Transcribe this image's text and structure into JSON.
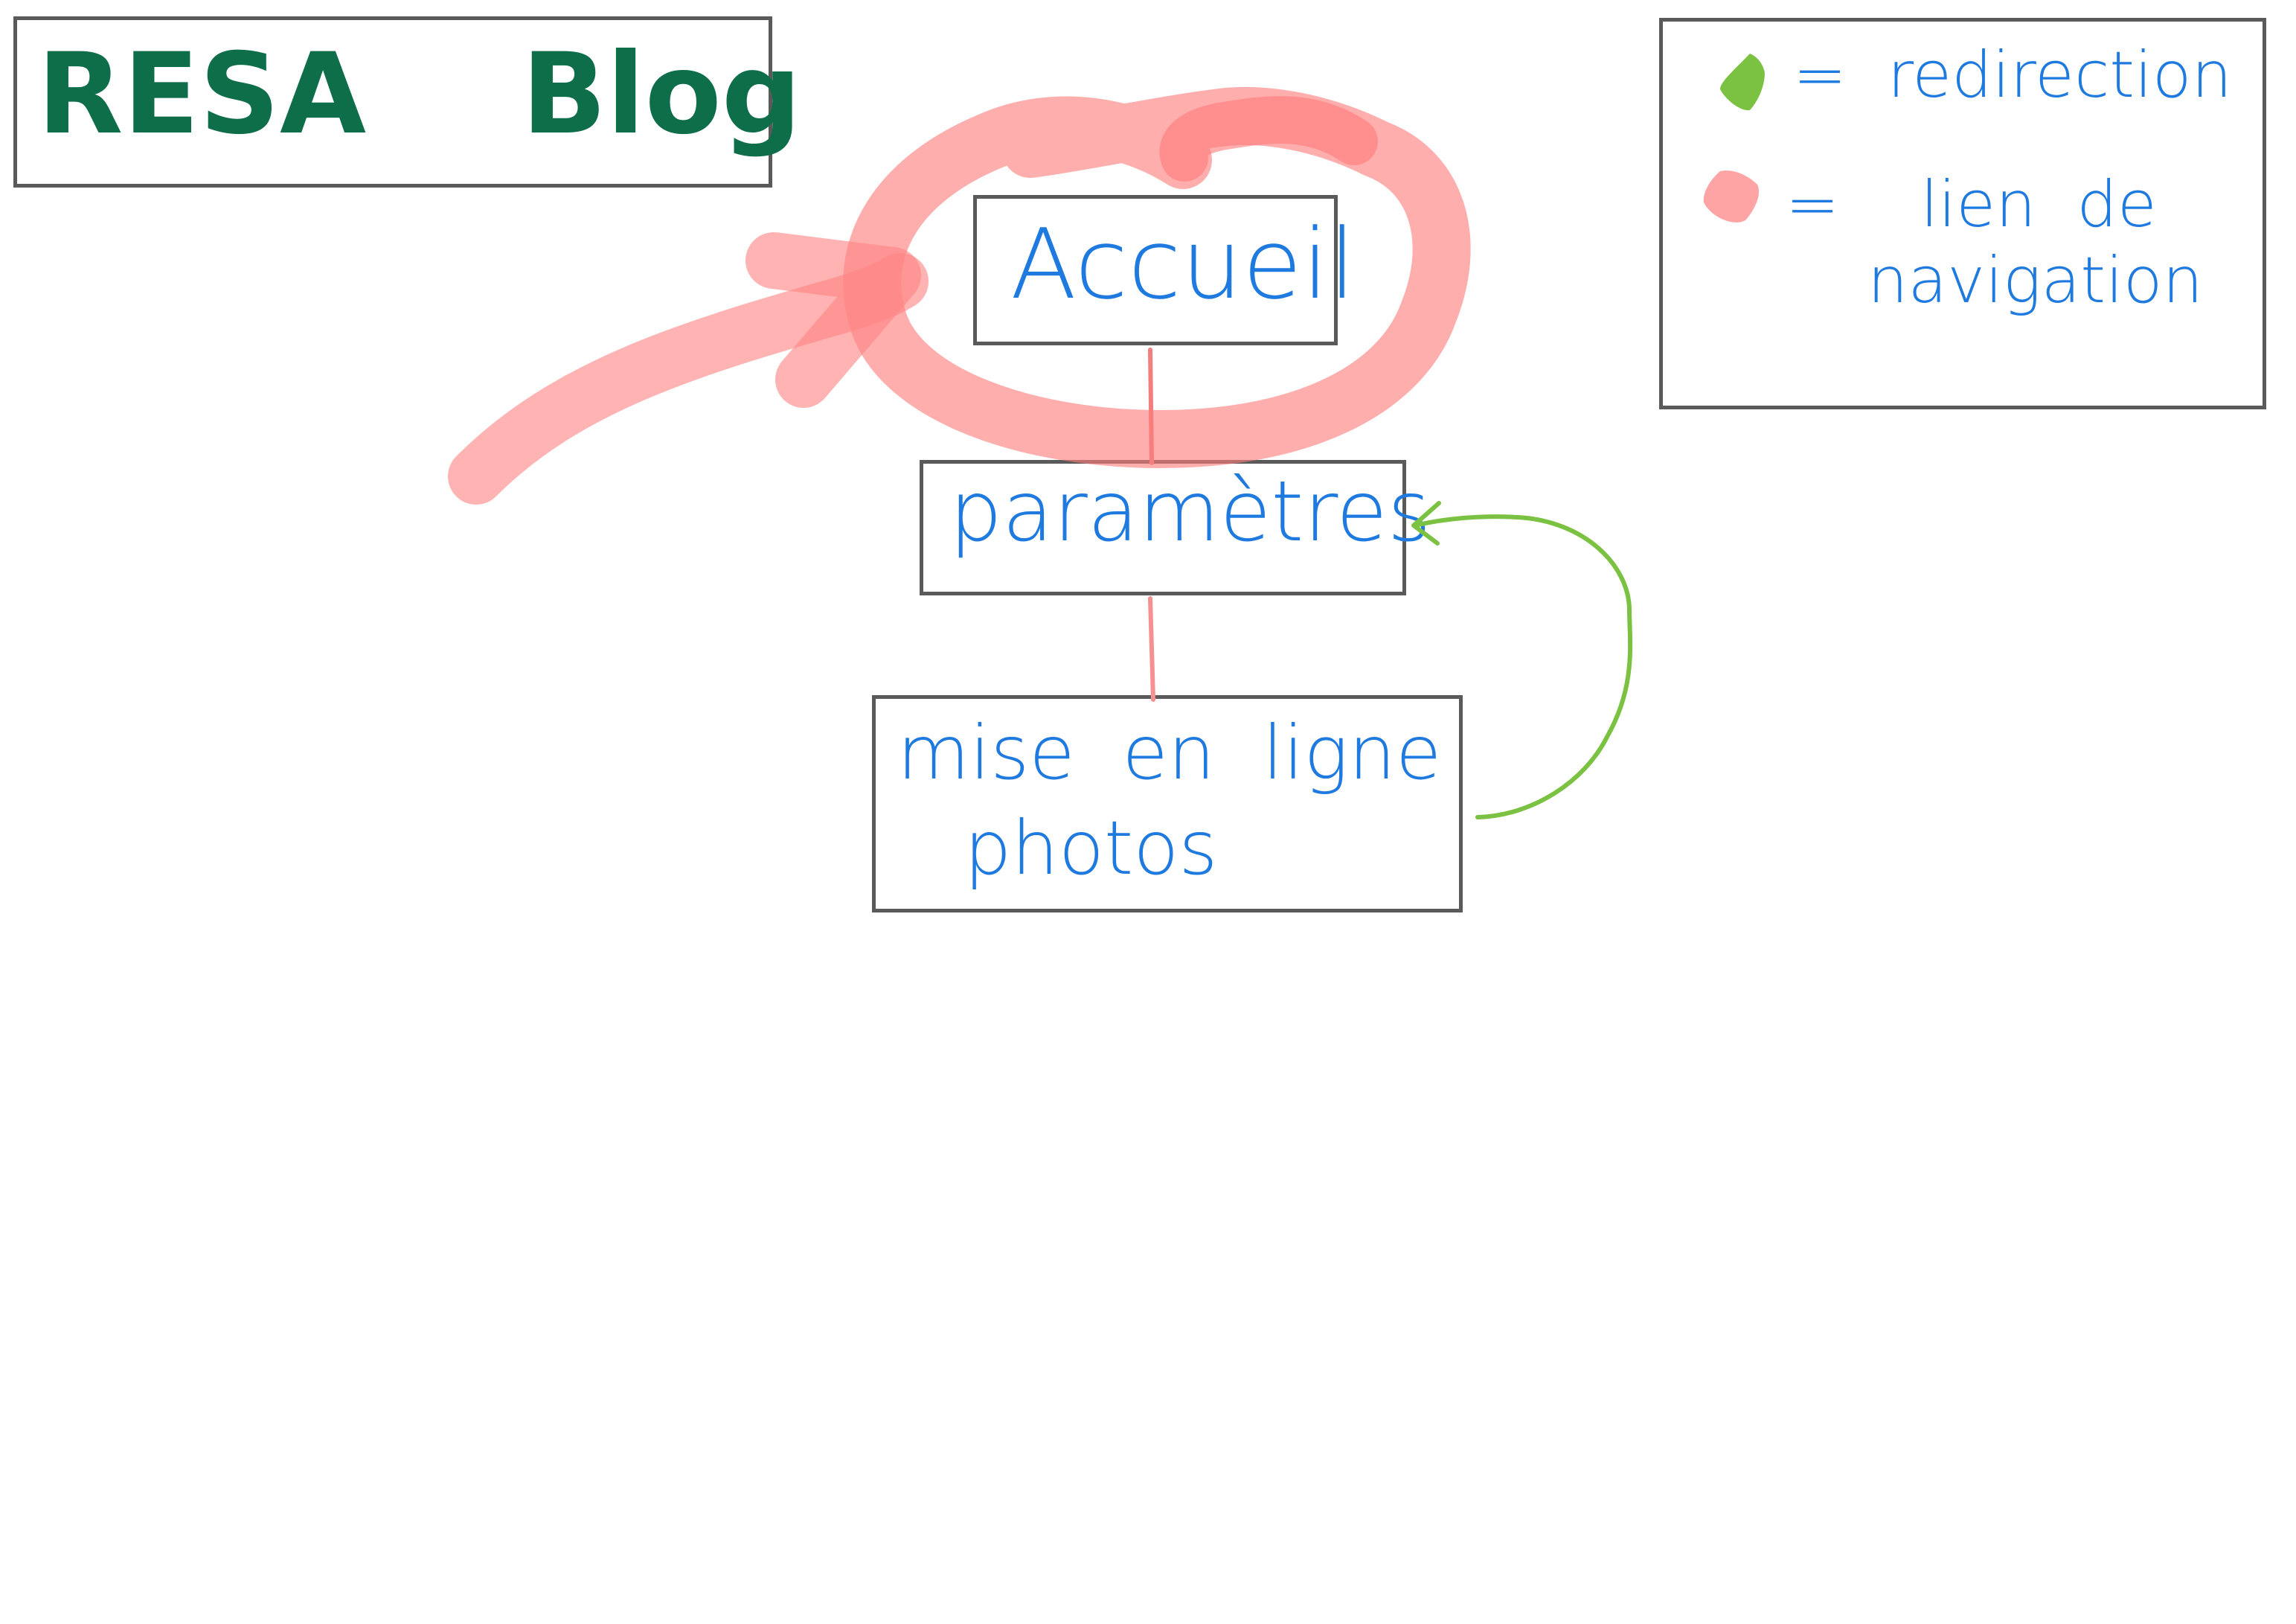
{
  "title": "RESA    Blog",
  "nodes": {
    "home": "Accueil",
    "settings": "paramètres",
    "upload_line1": "mise  en  ligne",
    "upload_line2": "photos"
  },
  "legend": {
    "redirection_label": "=  redirection",
    "nav_label_line1": "=    lien  de",
    "nav_label_line2": "navigation"
  },
  "colors": {
    "title": "#0f6e4a",
    "text": "#1f7ae0",
    "border": "#5a5a5a",
    "navigation_link": "#ff8a8a",
    "redirection": "#7cc242"
  }
}
